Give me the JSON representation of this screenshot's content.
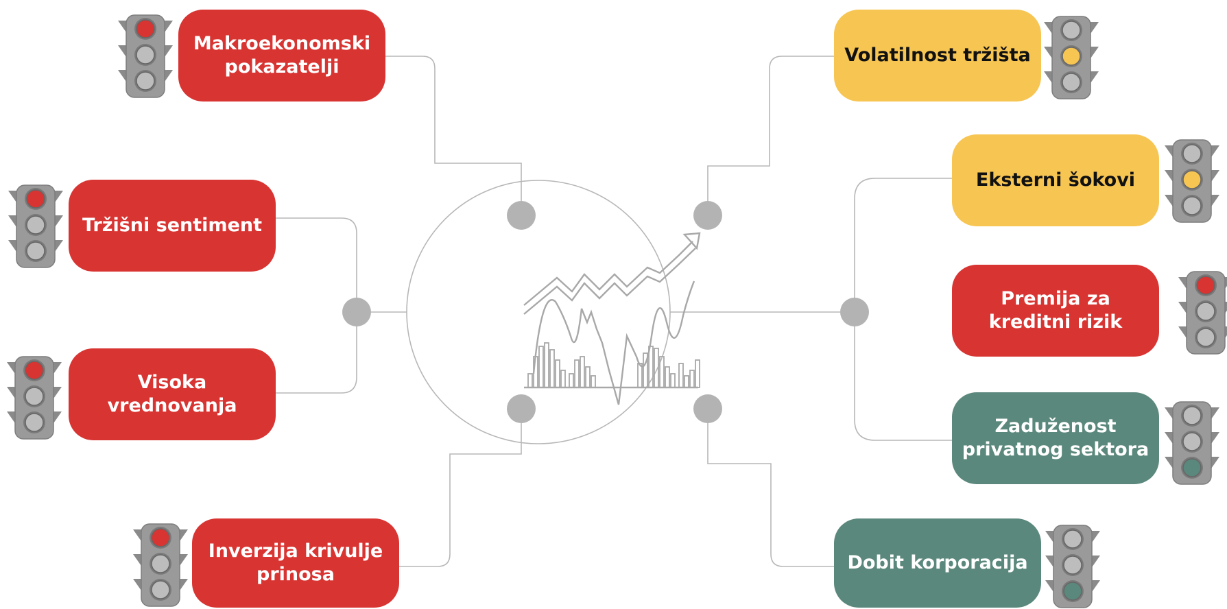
{
  "colors": {
    "red": "#d83432",
    "yellow": "#f7c552",
    "green": "#5b887c",
    "connector": "#b7b7b7",
    "junction": "#b3b3b3",
    "signal_body": "#9a9a9a",
    "lamp_off": "#bdbdbd"
  },
  "center_icon": "market-chart-icon",
  "factors": [
    {
      "id": "makroekonomski",
      "label": "Makroekonomski pokazatelji",
      "status": "red"
    },
    {
      "id": "trzisni-sentiment",
      "label": "Tržišni sentiment",
      "status": "red"
    },
    {
      "id": "visoka-vrednovanja",
      "label": "Visoka vrednovanja",
      "status": "red"
    },
    {
      "id": "inverzija",
      "label": "Inverzija krivulje prinosa",
      "status": "red"
    },
    {
      "id": "volatilnost",
      "label": "Volatilnost tržišta",
      "status": "yellow"
    },
    {
      "id": "eksterni-sokovi",
      "label": "Eksterni šokovi",
      "status": "yellow"
    },
    {
      "id": "premija",
      "label": "Premija za kreditni rizik",
      "status": "red"
    },
    {
      "id": "zaduzenost",
      "label": "Zaduženost privatnog sektora",
      "status": "green"
    },
    {
      "id": "dobit",
      "label": "Dobit korporacija",
      "status": "green"
    }
  ]
}
